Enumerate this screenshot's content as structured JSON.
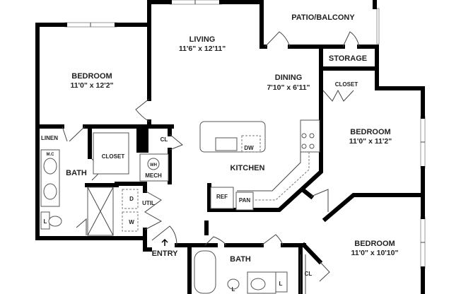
{
  "rooms": {
    "bedroom1": {
      "name": "BEDROOM",
      "size": "11'0\" x 12'2\""
    },
    "living": {
      "name": "LIVING",
      "size": "11'6\" x 12'11\""
    },
    "patio": {
      "name": "PATIO/BALCONY"
    },
    "storage": {
      "name": "STORAGE"
    },
    "closet_top": {
      "name": "CLOSET"
    },
    "dining": {
      "name": "DINING",
      "size": "7'10\" x 6'11\""
    },
    "bedroom2": {
      "name": "BEDROOM",
      "size": "11'0\" x 11'2\""
    },
    "bedroom3": {
      "name": "BEDROOM",
      "size": "11'0\" x 10'10\""
    },
    "kitchen": {
      "name": "KITCHEN"
    },
    "bath1": {
      "name": "BATH"
    },
    "bath2": {
      "name": "BATH"
    },
    "closet_left": {
      "name": "CLOSET"
    },
    "linen": {
      "name": "LINEN"
    },
    "cl1": {
      "name": "CL"
    },
    "cl2": {
      "name": "CL"
    },
    "mech": {
      "name": "MECH"
    },
    "wh": {
      "name": "WH"
    },
    "util": {
      "name": "UTIL"
    },
    "dryer": {
      "name": "D"
    },
    "washer": {
      "name": "W"
    },
    "ref": {
      "name": "REF"
    },
    "pan": {
      "name": "PAN"
    },
    "dw": {
      "name": "DW"
    },
    "mc": {
      "name": "M.C"
    },
    "linen_l1": {
      "name": "L"
    },
    "linen_l2": {
      "name": "L"
    },
    "linen_l3": {
      "name": "L"
    },
    "entry": {
      "name": "ENTRY"
    }
  }
}
